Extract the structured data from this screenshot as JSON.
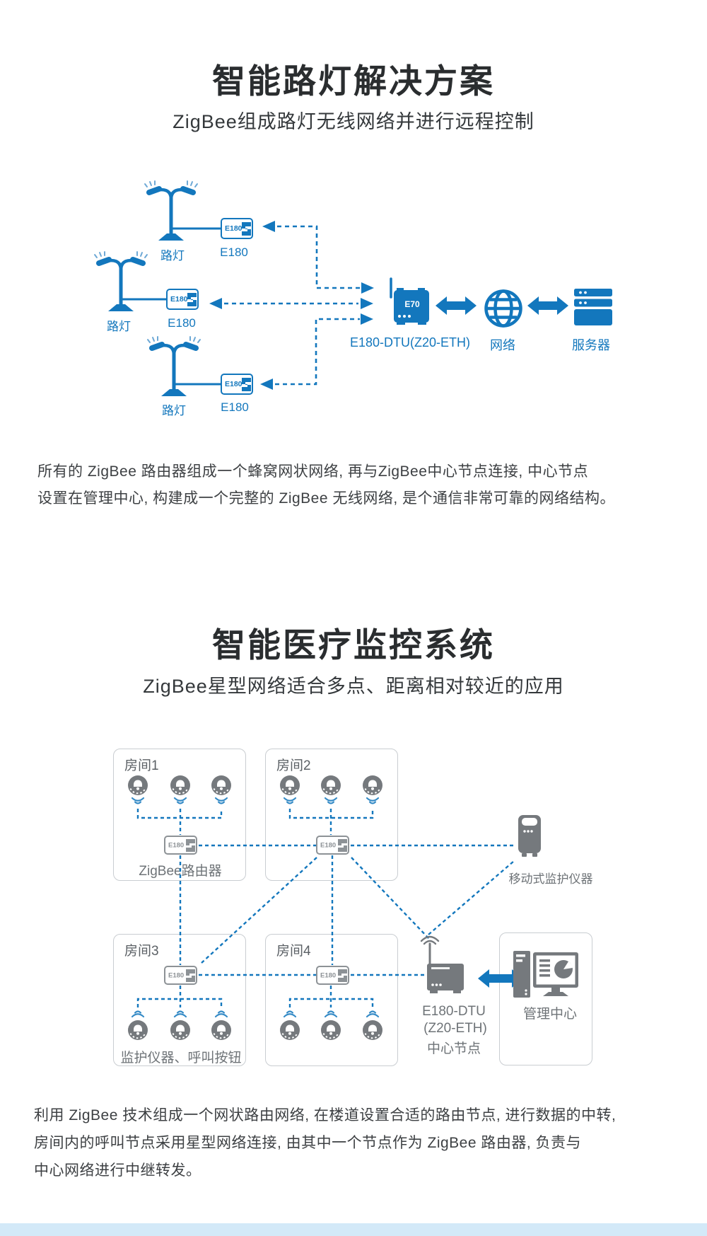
{
  "colors": {
    "accent_blue": "#1377bd",
    "icon_gray": "#75797d",
    "room_border": "#c9cdd1",
    "footer_strip": "#d3e9f8"
  },
  "section1": {
    "title": "智能路灯解决方案",
    "subtitle": "ZigBee组成路灯无线网络并进行远程控制",
    "lamp1_label": "路灯",
    "lamp2_label": "路灯",
    "lamp3_label": "路灯",
    "module_text": "E180",
    "module1_label": "E180",
    "module2_label": "E180",
    "module3_label": "E180",
    "dtu_device_text": "E70",
    "dtu_label": "E180-DTU(Z20-ETH)",
    "network_label": "网络",
    "server_label": "服务器",
    "para": [
      "所有的 ZigBee 路由器组成一个蜂窝网状网络, 再与ZigBee中心节点连接, 中心节点",
      "设置在管理中心, 构建成一个完整的 ZigBee 无线网络, 是个通信非常可靠的网络结构。"
    ]
  },
  "section2": {
    "title": "智能医疗监控系统",
    "subtitle": "ZigBee星型网络适合多点、距离相对较近的应用",
    "room1_label": "房间1",
    "room2_label": "房间2",
    "room3_label": "房间3",
    "room4_label": "房间4",
    "room1_sublabel": "ZigBee路由器",
    "room3_sublabel": "监护仪器、呼叫按钮",
    "module_text": "E180",
    "mobile_label": "移动式监护仪器",
    "dtu_line1": "E180-DTU",
    "dtu_line2": "(Z20-ETH)",
    "dtu_line3": "中心节点",
    "mgmt_label": "管理中心",
    "para": [
      "利用 ZigBee 技术组成一个网状路由网络, 在楼道设置合适的路由节点, 进行数据的中转,",
      "房间内的呼叫节点采用星型网络连接, 由其中一个节点作为 ZigBee 路由器, 负责与",
      "中心网络进行中继转发。"
    ]
  }
}
